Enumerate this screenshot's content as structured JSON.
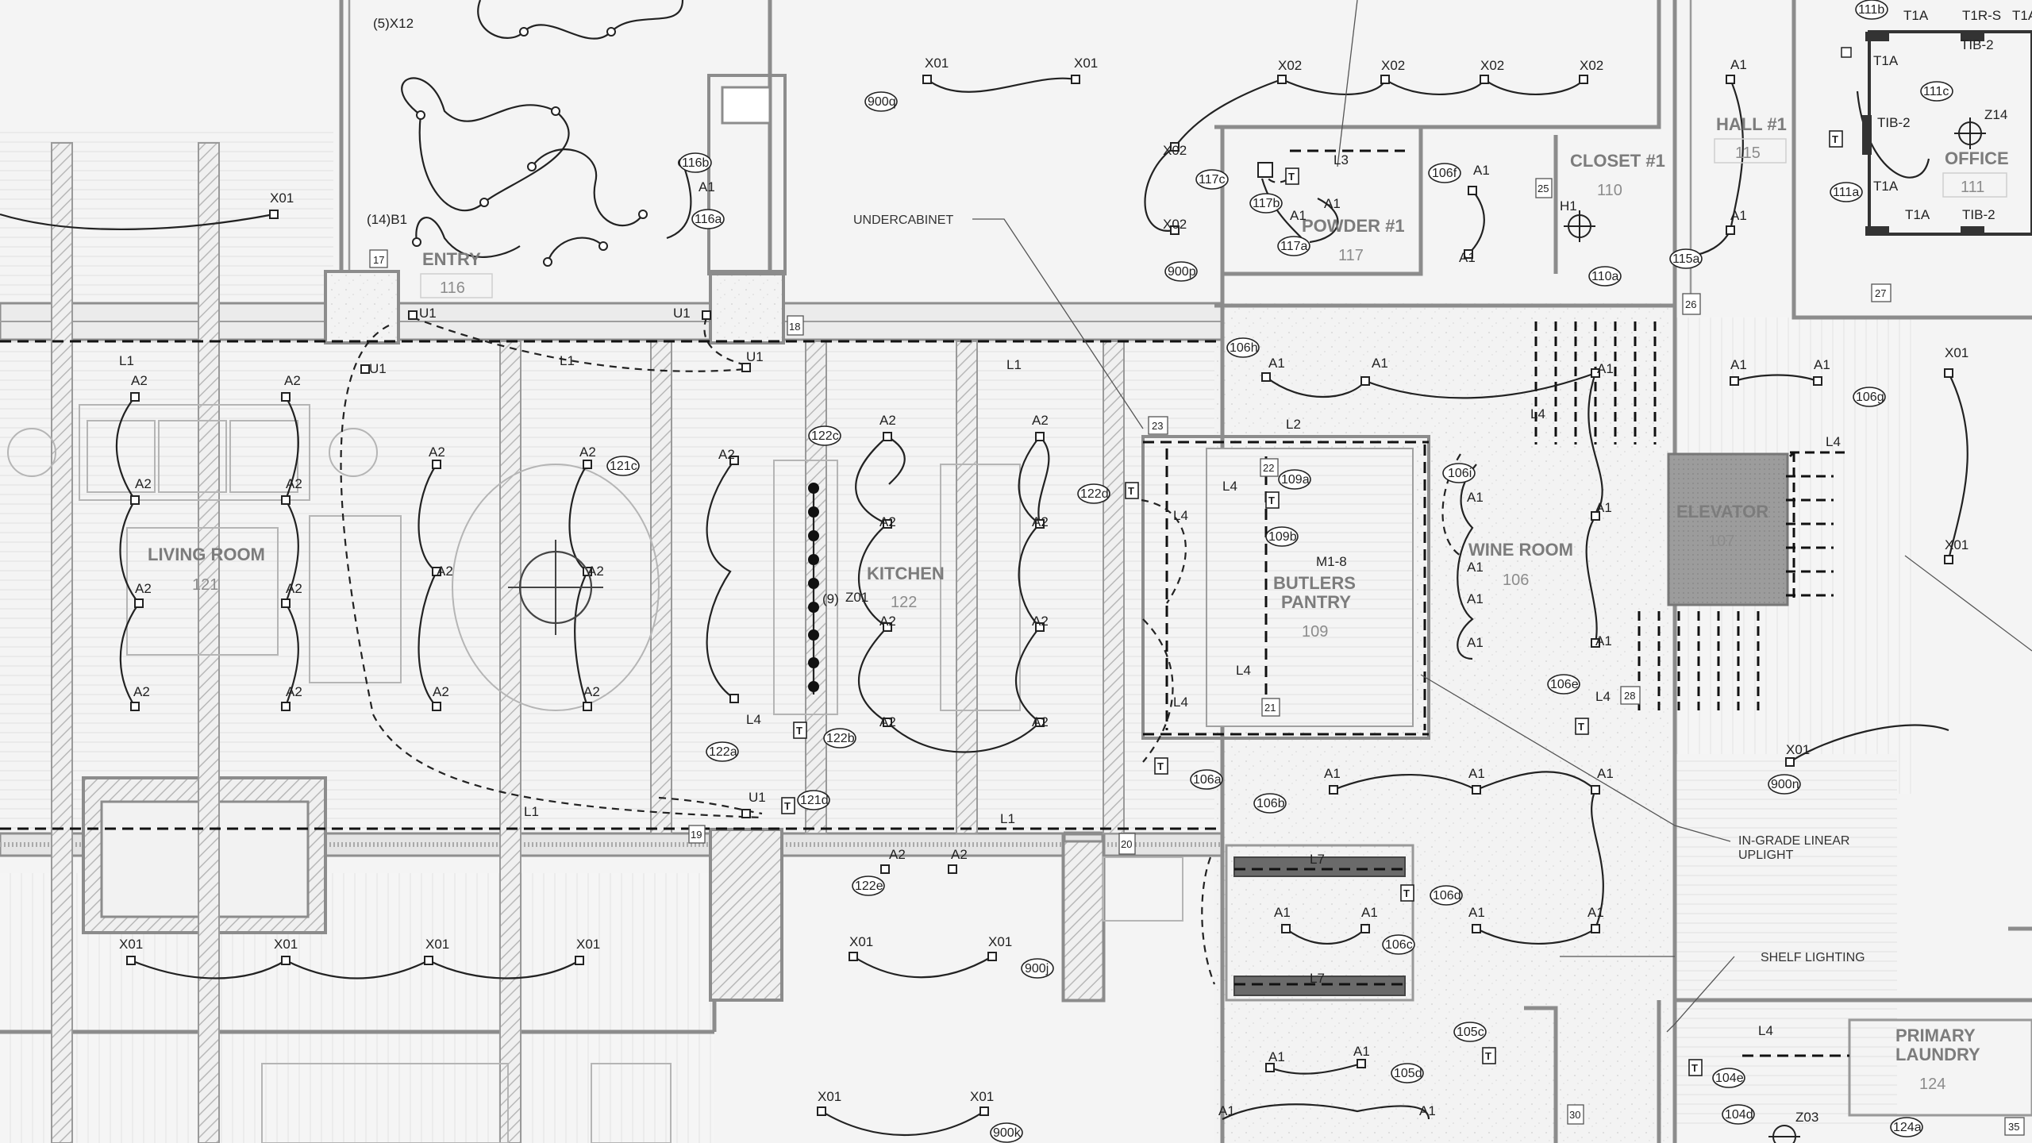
{
  "rooms": {
    "entry": {
      "name": "ENTRY",
      "number": "116"
    },
    "living": {
      "name": "LIVING ROOM",
      "number": "121"
    },
    "kitchen": {
      "name": "KITCHEN",
      "number": "122"
    },
    "butlers": {
      "name": "BUTLERS PANTRY",
      "name_line1": "BUTLERS",
      "name_line2": "PANTRY",
      "number": "109"
    },
    "wine": {
      "name": "WINE ROOM",
      "number": "106"
    },
    "elevator": {
      "name": "ELEVATOR",
      "number": "107"
    },
    "powder": {
      "name": "POWDER #1",
      "number": "117"
    },
    "closet": {
      "name": "CLOSET #1",
      "number": "110"
    },
    "hall": {
      "name": "HALL #1",
      "number": "115"
    },
    "office": {
      "name": "OFFICE",
      "number": "111"
    },
    "laundry": {
      "name": "PRIMARY LAUNDRY",
      "name_line1": "PRIMARY",
      "name_line2": "LAUNDRY",
      "number": "124"
    }
  },
  "notes": {
    "undercabinet": "UNDERCABINET",
    "uplight_line1": "IN-GRADE LINEAR",
    "uplight_line2": "UPLIGHT",
    "shelf": "SHELF LIGHTING"
  },
  "fixture_labels": {
    "x01": "X01",
    "x02": "X02",
    "a1": "A1",
    "a2": "A2",
    "l1": "L1",
    "l2": "L2",
    "l3": "L3",
    "l4": "L4",
    "l7": "L7",
    "u1": "U1",
    "h1": "H1",
    "z01": "Z01",
    "z03": "Z03",
    "z14": "Z14",
    "t1a": "T1A",
    "t1r_s": "T1R-S",
    "tib2": "TIB-2",
    "m18": "M1-8",
    "count_5x12": "(5)X12",
    "count_14b1": "(14)B1",
    "count_9": "(9)"
  },
  "circuit_tags": {
    "t900q": "900q",
    "t900p": "900p",
    "t900n": "900n",
    "t900j": "900j",
    "t900k": "900k",
    "t116b": "116b",
    "t116a": "116a",
    "t117c": "117c",
    "t117b": "117b",
    "t117a": "117a",
    "t106f": "106f",
    "t110a": "110a",
    "t111b": "111b",
    "t111c": "111c",
    "t111a": "111a",
    "t115a": "115a",
    "t106h": "106h",
    "t106g": "106g",
    "t122c": "122c",
    "t121c": "121c",
    "t122d": "122d",
    "t109a": "109a",
    "t109b": "109b",
    "t106i": "106i",
    "t122a": "122a",
    "t122b": "122b",
    "t106e": "106e",
    "t106a": "106a",
    "t106b": "106b",
    "t121d": "121d",
    "t122e": "122e",
    "t106d": "106d",
    "t106c": "106c",
    "t105c": "105c",
    "t105d": "105d",
    "t104e": "104e",
    "t104d": "104d",
    "t124a": "124a"
  },
  "grid_marks": {
    "g17": "17",
    "g18": "18",
    "g19": "19",
    "g20": "20",
    "g21": "21",
    "g22": "22",
    "g23": "23",
    "g25": "25",
    "g26": "26",
    "g27": "27",
    "g28": "28",
    "g30": "30",
    "g35": "35"
  },
  "tstat": "T"
}
